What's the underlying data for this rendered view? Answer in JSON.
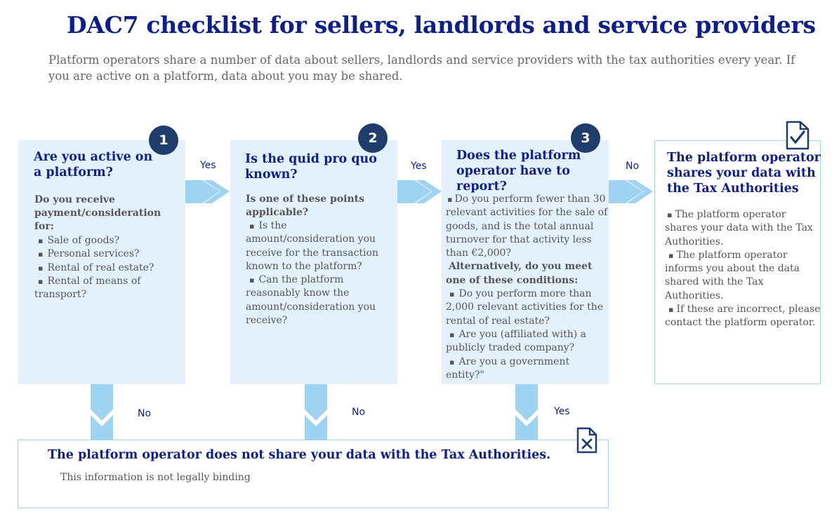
{
  "header": {
    "title": "DAC7 checklist for sellers, landlords and service providers",
    "subtitle": "Platform operators share a number of data about sellers, landlords and service providers with the tax authorities every year. If you are active on a platform, data about you may be shared."
  },
  "steps": [
    {
      "number": "1",
      "title_l1": "Are you active on",
      "title_l2": "a platform?",
      "question_l1": "Do you receive",
      "question_l2": "payment/consideration",
      "question_l3": "for:",
      "items": [
        "Sale of goods?",
        "Personal services?",
        "Rental of real estate?",
        "Rental of means of",
        "transport?"
      ]
    },
    {
      "number": "2",
      "title_l1": "Is the quid pro quo",
      "title_l2": "known?",
      "question_l1": "Is one of these points",
      "question_l2": "applicable?",
      "items": [
        "Is the",
        "amount/consideration you",
        "receive for the transaction",
        "known to the platform?",
        "Can the platform",
        "reasonably know the",
        "amount/consideration you",
        "receive?"
      ]
    },
    {
      "number": "3",
      "title_l1": "Does the platform",
      "title_l2": "operator have to",
      "title_l3": "report?",
      "items": [
        "Do you perform fewer than 30",
        "relevant activities for the sale of",
        "goods, and is the total annual",
        "turnover for that activity less",
        "than €2,000?",
        "Alternatively, do you meet",
        "one of these conditions:",
        "Do you perform more than",
        "2,000 relevant activities for the",
        "rental of real estate?",
        "Are you (affiliated with) a",
        "publicly traded company?",
        "Are you a government",
        "entity?\""
      ]
    }
  ],
  "outcome_share": {
    "title_l1": "The platform operator",
    "title_l2": "shares your data with",
    "title_l3": "the Tax Authorities",
    "items": [
      "The platform operator",
      "shares your data with the Tax",
      "Authorities.",
      "The platform operator",
      "informs you about the data",
      "shared with the Tax",
      "Authorities.",
      "If these are incorrect, please",
      "contact the platform operator."
    ]
  },
  "outcome_no_share": {
    "title": "The platform operator does not share your data with the Tax Authorities.",
    "note": "This information is not legally binding"
  },
  "connectors": {
    "yes_1": "Yes",
    "yes_2": "Yes",
    "no_3": "No",
    "no_1": "No",
    "no_2": "No",
    "yes_3": "Yes"
  },
  "icons": {
    "check_doc": "document-check-icon",
    "cross_doc": "document-cross-icon"
  },
  "colors": {
    "title": "#0e1f8c",
    "box_fill": "#e2f1fc",
    "arrow": "#9fd3f2",
    "badge": "#1e3d6b",
    "border": "#a9d2ee"
  }
}
